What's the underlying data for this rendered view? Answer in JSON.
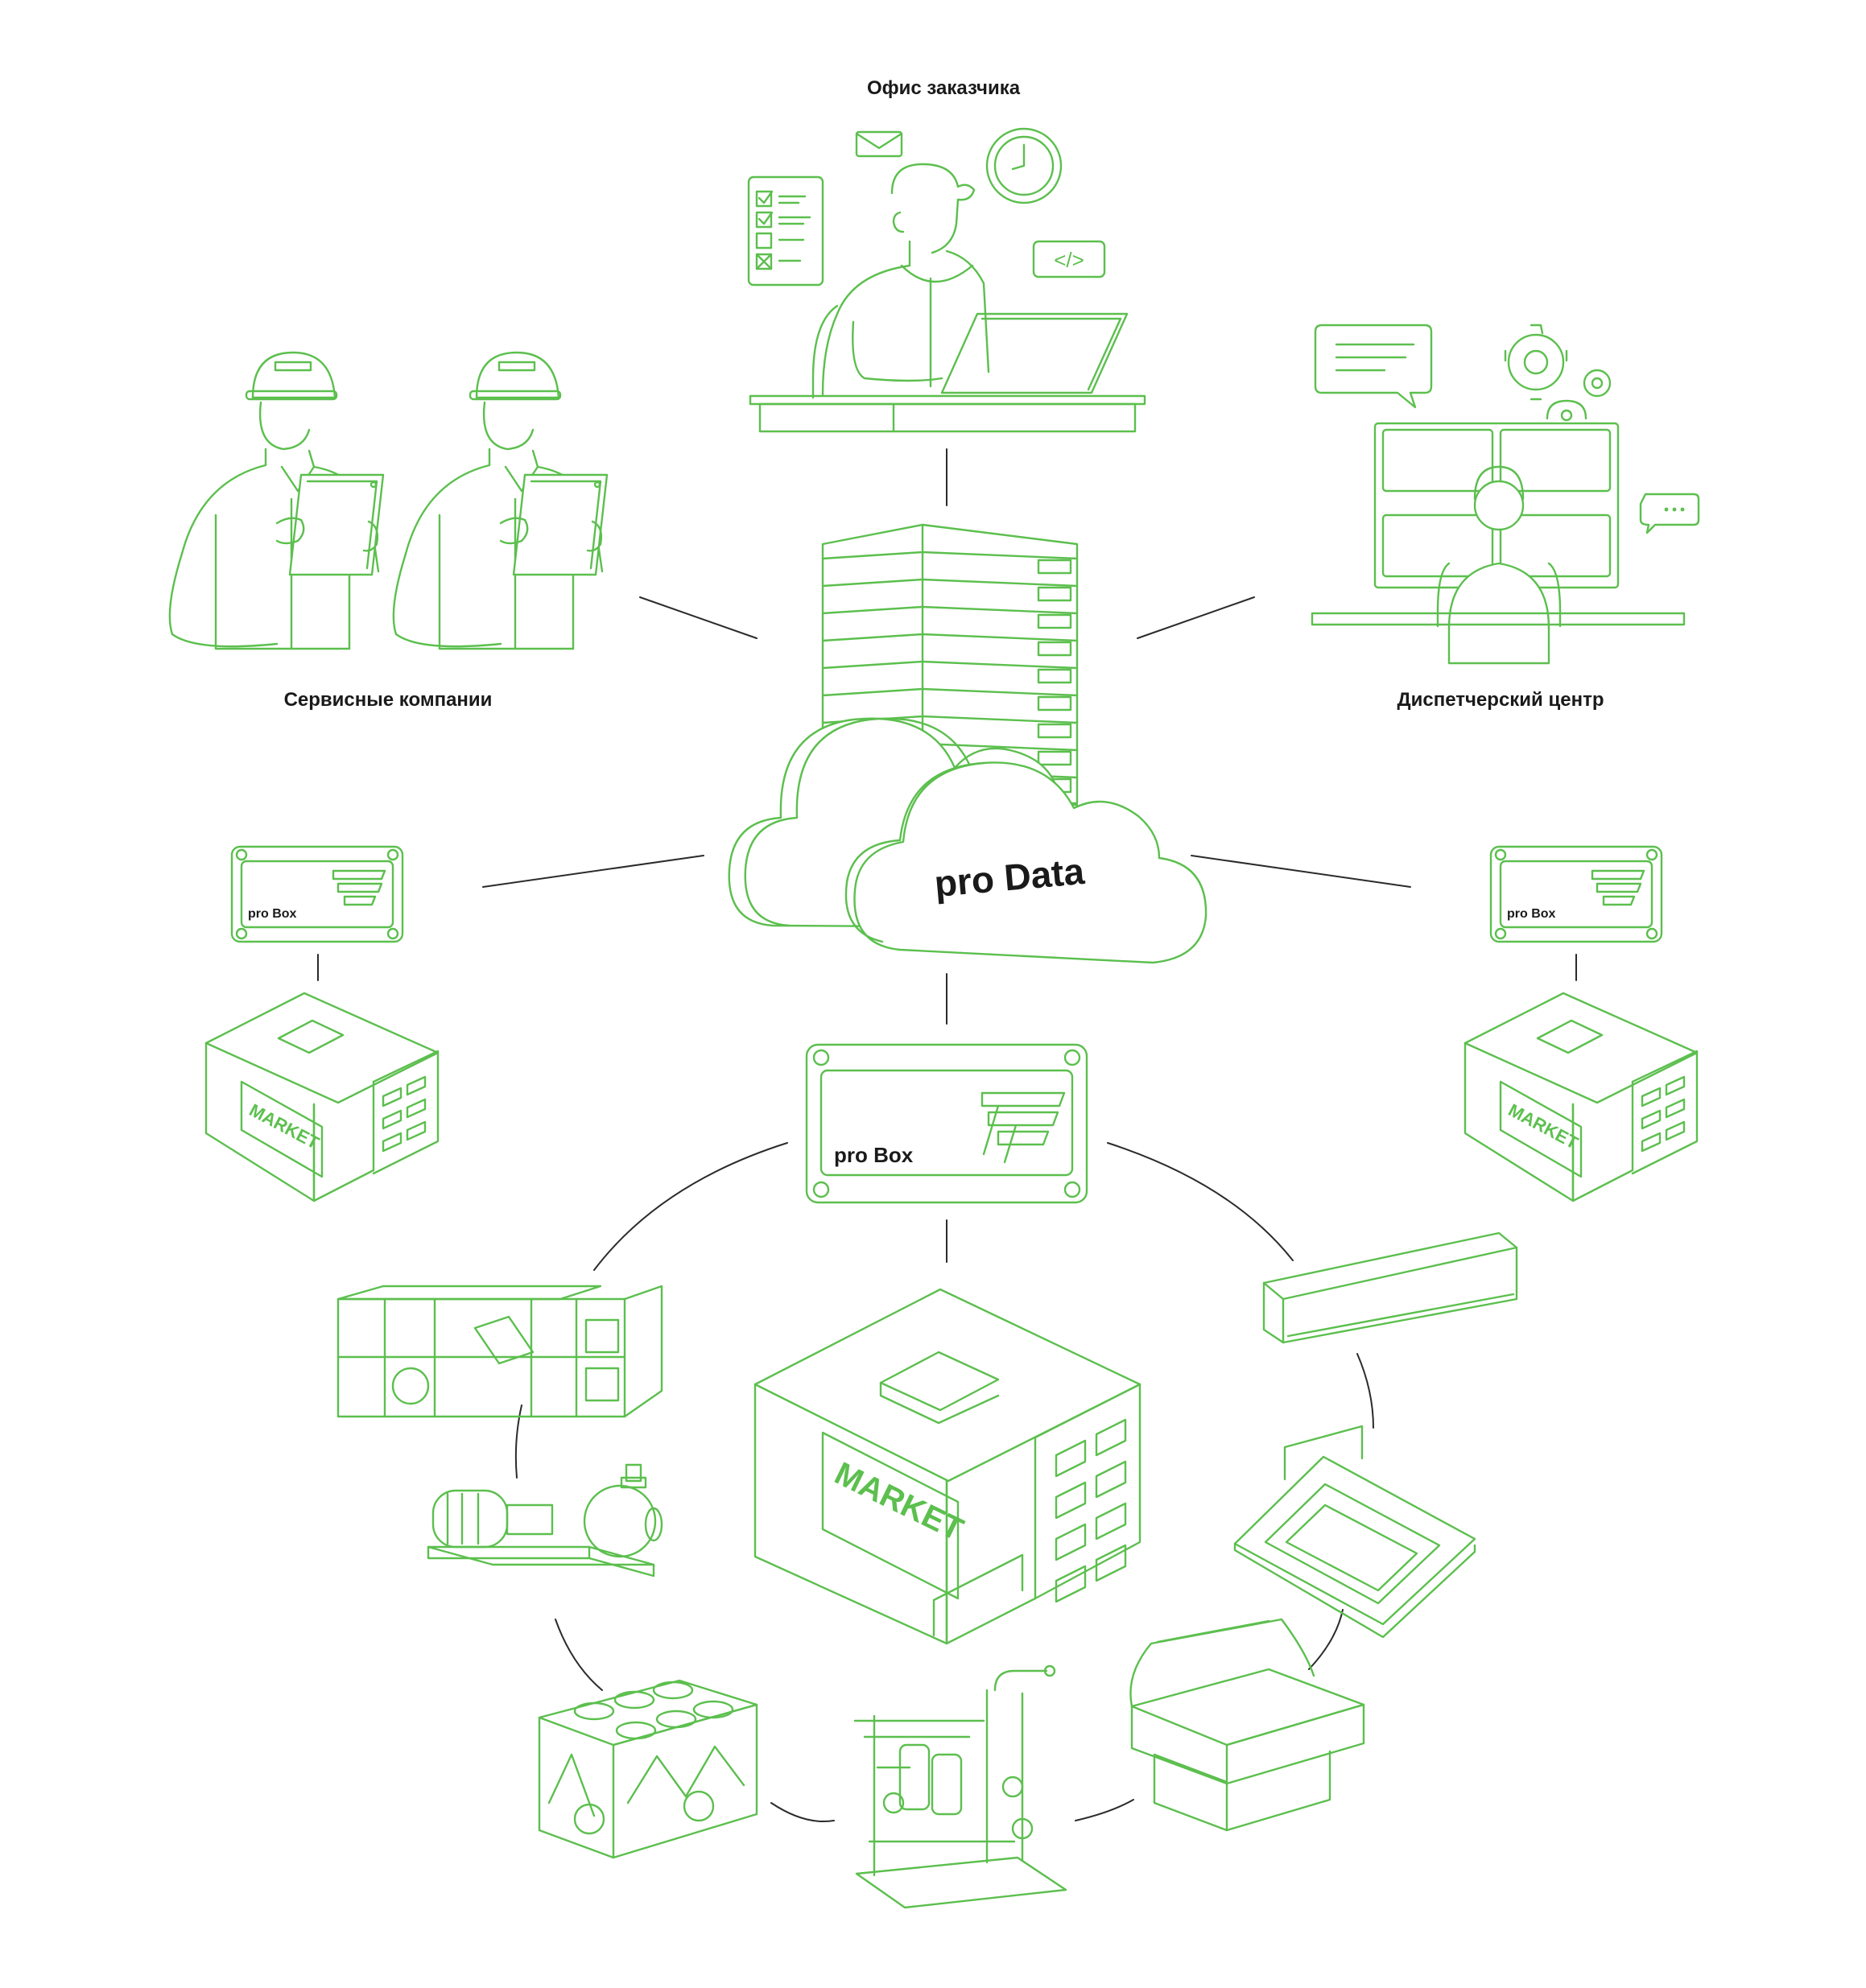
{
  "labels": {
    "customer_office": "Офис заказчика",
    "service_companies": "Сервисные компании",
    "dispatch_center": "Диспетчерский центр"
  },
  "cloud": {
    "title": "pro Data"
  },
  "gateway": {
    "center": "pro Box",
    "left": "pro Box",
    "right": "pro Box"
  },
  "buildings": {
    "center": "MARKET",
    "left": "MARKET",
    "right": "MARKET"
  },
  "code_tag": "</>",
  "colors": {
    "accent": "#5cbf4e",
    "line": "#2b2b2b",
    "text": "#1a1a1a"
  },
  "icons": [
    "envelope-icon",
    "clock-icon",
    "checklist-icon",
    "code-icon",
    "gear-icon",
    "chat-icon",
    "hard-hat-icon",
    "tablet-icon",
    "headset-icon"
  ]
}
